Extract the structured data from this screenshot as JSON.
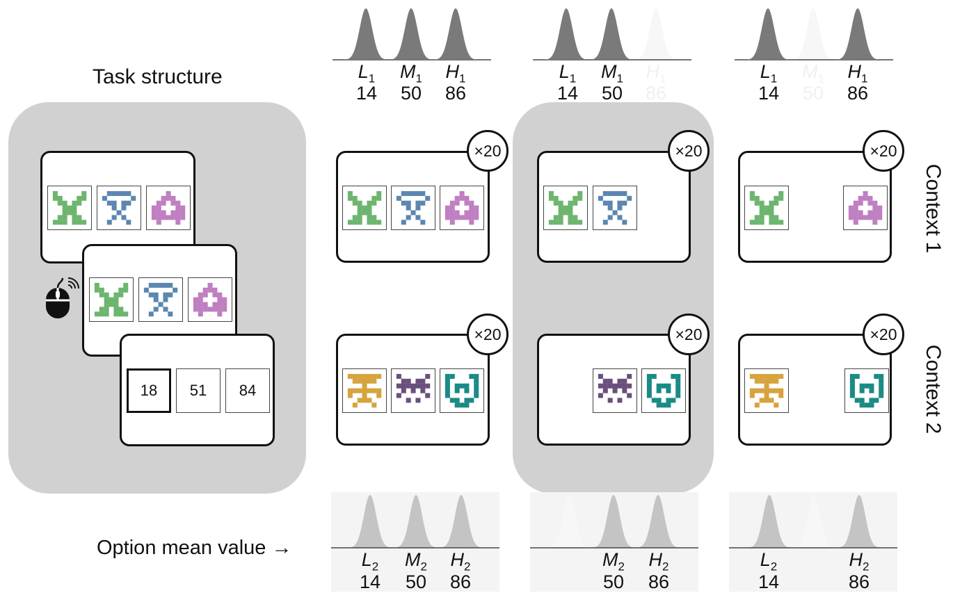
{
  "title": "Task structure",
  "contexts": [
    "Context 1",
    "Context 2"
  ],
  "axis_caption": "Option mean value →",
  "repeat_badge": "×20",
  "feedback_values": [
    "18",
    "51",
    "84"
  ],
  "top_labels": [
    [
      {
        "letter": "L",
        "sub": "1",
        "value": "14"
      },
      {
        "letter": "M",
        "sub": "1",
        "value": "50"
      },
      {
        "letter": "H",
        "sub": "1",
        "value": "86"
      }
    ],
    [
      {
        "letter": "L",
        "sub": "1",
        "value": "14"
      },
      {
        "letter": "M",
        "sub": "1",
        "value": "50"
      },
      {
        "letter": "H",
        "sub": "1",
        "value": "86"
      }
    ],
    [
      {
        "letter": "L",
        "sub": "1",
        "value": "14"
      },
      {
        "letter": "M",
        "sub": "1",
        "value": "50"
      },
      {
        "letter": "H",
        "sub": "1",
        "value": "86"
      }
    ]
  ],
  "bottom_labels": [
    [
      {
        "letter": "L",
        "sub": "2",
        "value": "14"
      },
      {
        "letter": "M",
        "sub": "2",
        "value": "50"
      },
      {
        "letter": "H",
        "sub": "2",
        "value": "86"
      }
    ],
    [
      {
        "letter": "M",
        "sub": "2",
        "value": "50"
      },
      {
        "letter": "H",
        "sub": "2",
        "value": "86"
      }
    ],
    [
      {
        "letter": "L",
        "sub": "2",
        "value": "14"
      },
      {
        "letter": "H",
        "sub": "2",
        "value": "86"
      }
    ]
  ],
  "colors": {
    "background_panel": "#d1d1d1",
    "green": "#6db56f",
    "blue": "#5b86b0",
    "pink": "#bf7fc1",
    "orange": "#d7a33d",
    "purple": "#6a4f7d",
    "teal": "#1a8a86",
    "dist_dark": "#7a7a7a",
    "dist_light": "#c4c4c4"
  },
  "icons": [
    "mouse-icon"
  ]
}
